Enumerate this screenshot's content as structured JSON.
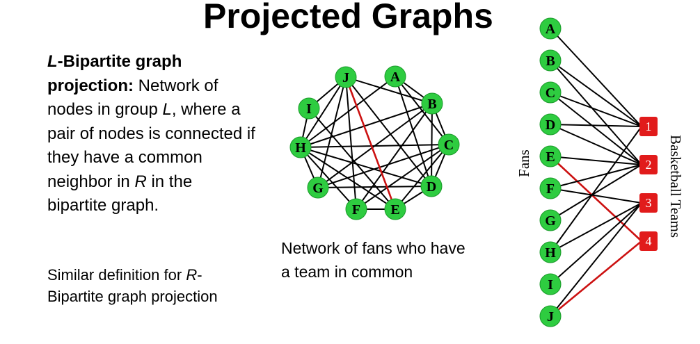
{
  "title": "Projected Graphs",
  "definition": {
    "L": "L",
    "term": "-Bipartite graph projection:",
    "body_1": " Network of nodes in group ",
    "L2": "L",
    "body_2": ", where a pair of nodes is connected if they have a common neighbor in ",
    "R": "R",
    "body_3": " in the bipartite graph."
  },
  "similar": {
    "text_1": "Similar definition for ",
    "R": "R",
    "text_2": "-Bipartite graph projection"
  },
  "projection_caption": "Network of fans who have a team in common",
  "bipartite": {
    "left_label": "Fans",
    "right_label": "Basketball Teams",
    "fans": [
      "A",
      "B",
      "C",
      "D",
      "E",
      "F",
      "G",
      "H",
      "I",
      "J"
    ],
    "teams": [
      "1",
      "2",
      "3",
      "4"
    ],
    "edges": [
      [
        "A",
        "1"
      ],
      [
        "B",
        "1"
      ],
      [
        "B",
        "2"
      ],
      [
        "C",
        "1"
      ],
      [
        "C",
        "2"
      ],
      [
        "D",
        "1"
      ],
      [
        "D",
        "2"
      ],
      [
        "E",
        "2"
      ],
      [
        "E",
        "4"
      ],
      [
        "F",
        "2"
      ],
      [
        "F",
        "3"
      ],
      [
        "G",
        "2"
      ],
      [
        "H",
        "1"
      ],
      [
        "H",
        "3"
      ],
      [
        "I",
        "3"
      ],
      [
        "J",
        "3"
      ],
      [
        "J",
        "4"
      ]
    ],
    "highlight_edges": [
      [
        "E",
        "4"
      ],
      [
        "J",
        "4"
      ]
    ],
    "node_color": "#2ecc40",
    "team_color": "#e11b1b",
    "highlight_color": "#cc1111"
  },
  "projection": {
    "nodes": [
      "A",
      "B",
      "C",
      "D",
      "E",
      "F",
      "G",
      "H",
      "I",
      "J"
    ],
    "edges": [
      [
        "A",
        "B"
      ],
      [
        "A",
        "C"
      ],
      [
        "A",
        "D"
      ],
      [
        "A",
        "H"
      ],
      [
        "B",
        "C"
      ],
      [
        "B",
        "D"
      ],
      [
        "B",
        "H"
      ],
      [
        "B",
        "J"
      ],
      [
        "B",
        "G"
      ],
      [
        "B",
        "F"
      ],
      [
        "C",
        "D"
      ],
      [
        "C",
        "H"
      ],
      [
        "C",
        "G"
      ],
      [
        "C",
        "E"
      ],
      [
        "C",
        "F"
      ],
      [
        "D",
        "E"
      ],
      [
        "D",
        "G"
      ],
      [
        "D",
        "H"
      ],
      [
        "D",
        "J"
      ],
      [
        "E",
        "F"
      ],
      [
        "E",
        "J"
      ],
      [
        "E",
        "H"
      ],
      [
        "E",
        "I"
      ],
      [
        "F",
        "H"
      ],
      [
        "F",
        "J"
      ],
      [
        "G",
        "H"
      ],
      [
        "G",
        "J"
      ],
      [
        "H",
        "I"
      ],
      [
        "H",
        "J"
      ],
      [
        "I",
        "J"
      ]
    ],
    "highlight_edges": [
      [
        "E",
        "J"
      ]
    ]
  }
}
